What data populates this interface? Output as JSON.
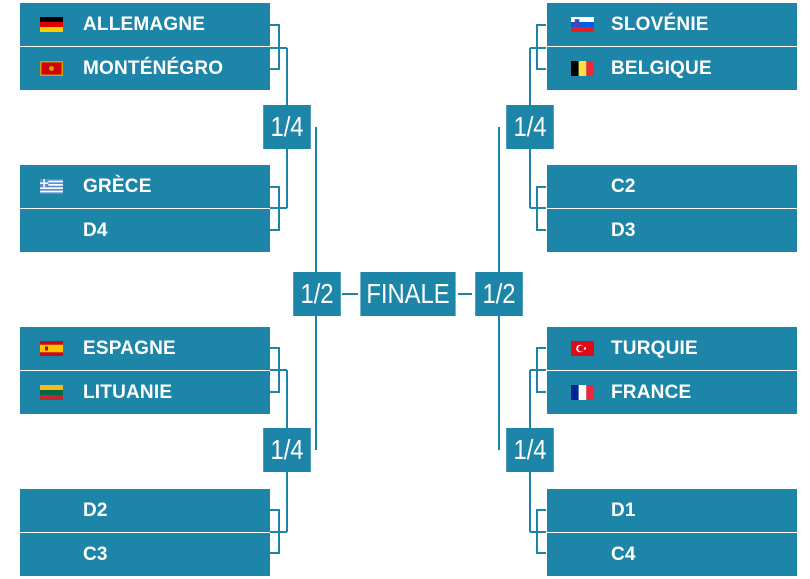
{
  "colors": {
    "box": "#1d86a8",
    "line": "#1d86a8",
    "text": "#ffffff",
    "background": "#ffffff"
  },
  "left": {
    "top_pair": [
      {
        "name": "ALLEMAGNE",
        "flag": "germany-flag-icon"
      },
      {
        "name": "MONTÉNÉGRO",
        "flag": "montenegro-flag-icon"
      }
    ],
    "second_pair": [
      {
        "name": "GRÈCE",
        "flag": "greece-flag-icon"
      },
      {
        "name": "D4",
        "flag": ""
      }
    ],
    "third_pair": [
      {
        "name": "ESPAGNE",
        "flag": "spain-flag-icon"
      },
      {
        "name": "LITUANIE",
        "flag": "lithuania-flag-icon"
      }
    ],
    "bottom_pair": [
      {
        "name": "D2",
        "flag": ""
      },
      {
        "name": "C3",
        "flag": ""
      }
    ],
    "quarter_top": "1/4",
    "quarter_bottom": "1/4",
    "semi": "1/2"
  },
  "right": {
    "top_pair": [
      {
        "name": "SLOVÉNIE",
        "flag": "slovenia-flag-icon"
      },
      {
        "name": "BELGIQUE",
        "flag": "belgium-flag-icon"
      }
    ],
    "second_pair": [
      {
        "name": "C2",
        "flag": ""
      },
      {
        "name": "D3",
        "flag": ""
      }
    ],
    "third_pair": [
      {
        "name": "TURQUIE",
        "flag": "turkey-flag-icon"
      },
      {
        "name": "FRANCE",
        "flag": "france-flag-icon"
      }
    ],
    "bottom_pair": [
      {
        "name": "D1",
        "flag": ""
      },
      {
        "name": "C4",
        "flag": ""
      }
    ],
    "quarter_top": "1/4",
    "quarter_bottom": "1/4",
    "semi": "1/2"
  },
  "final": "FINALE"
}
